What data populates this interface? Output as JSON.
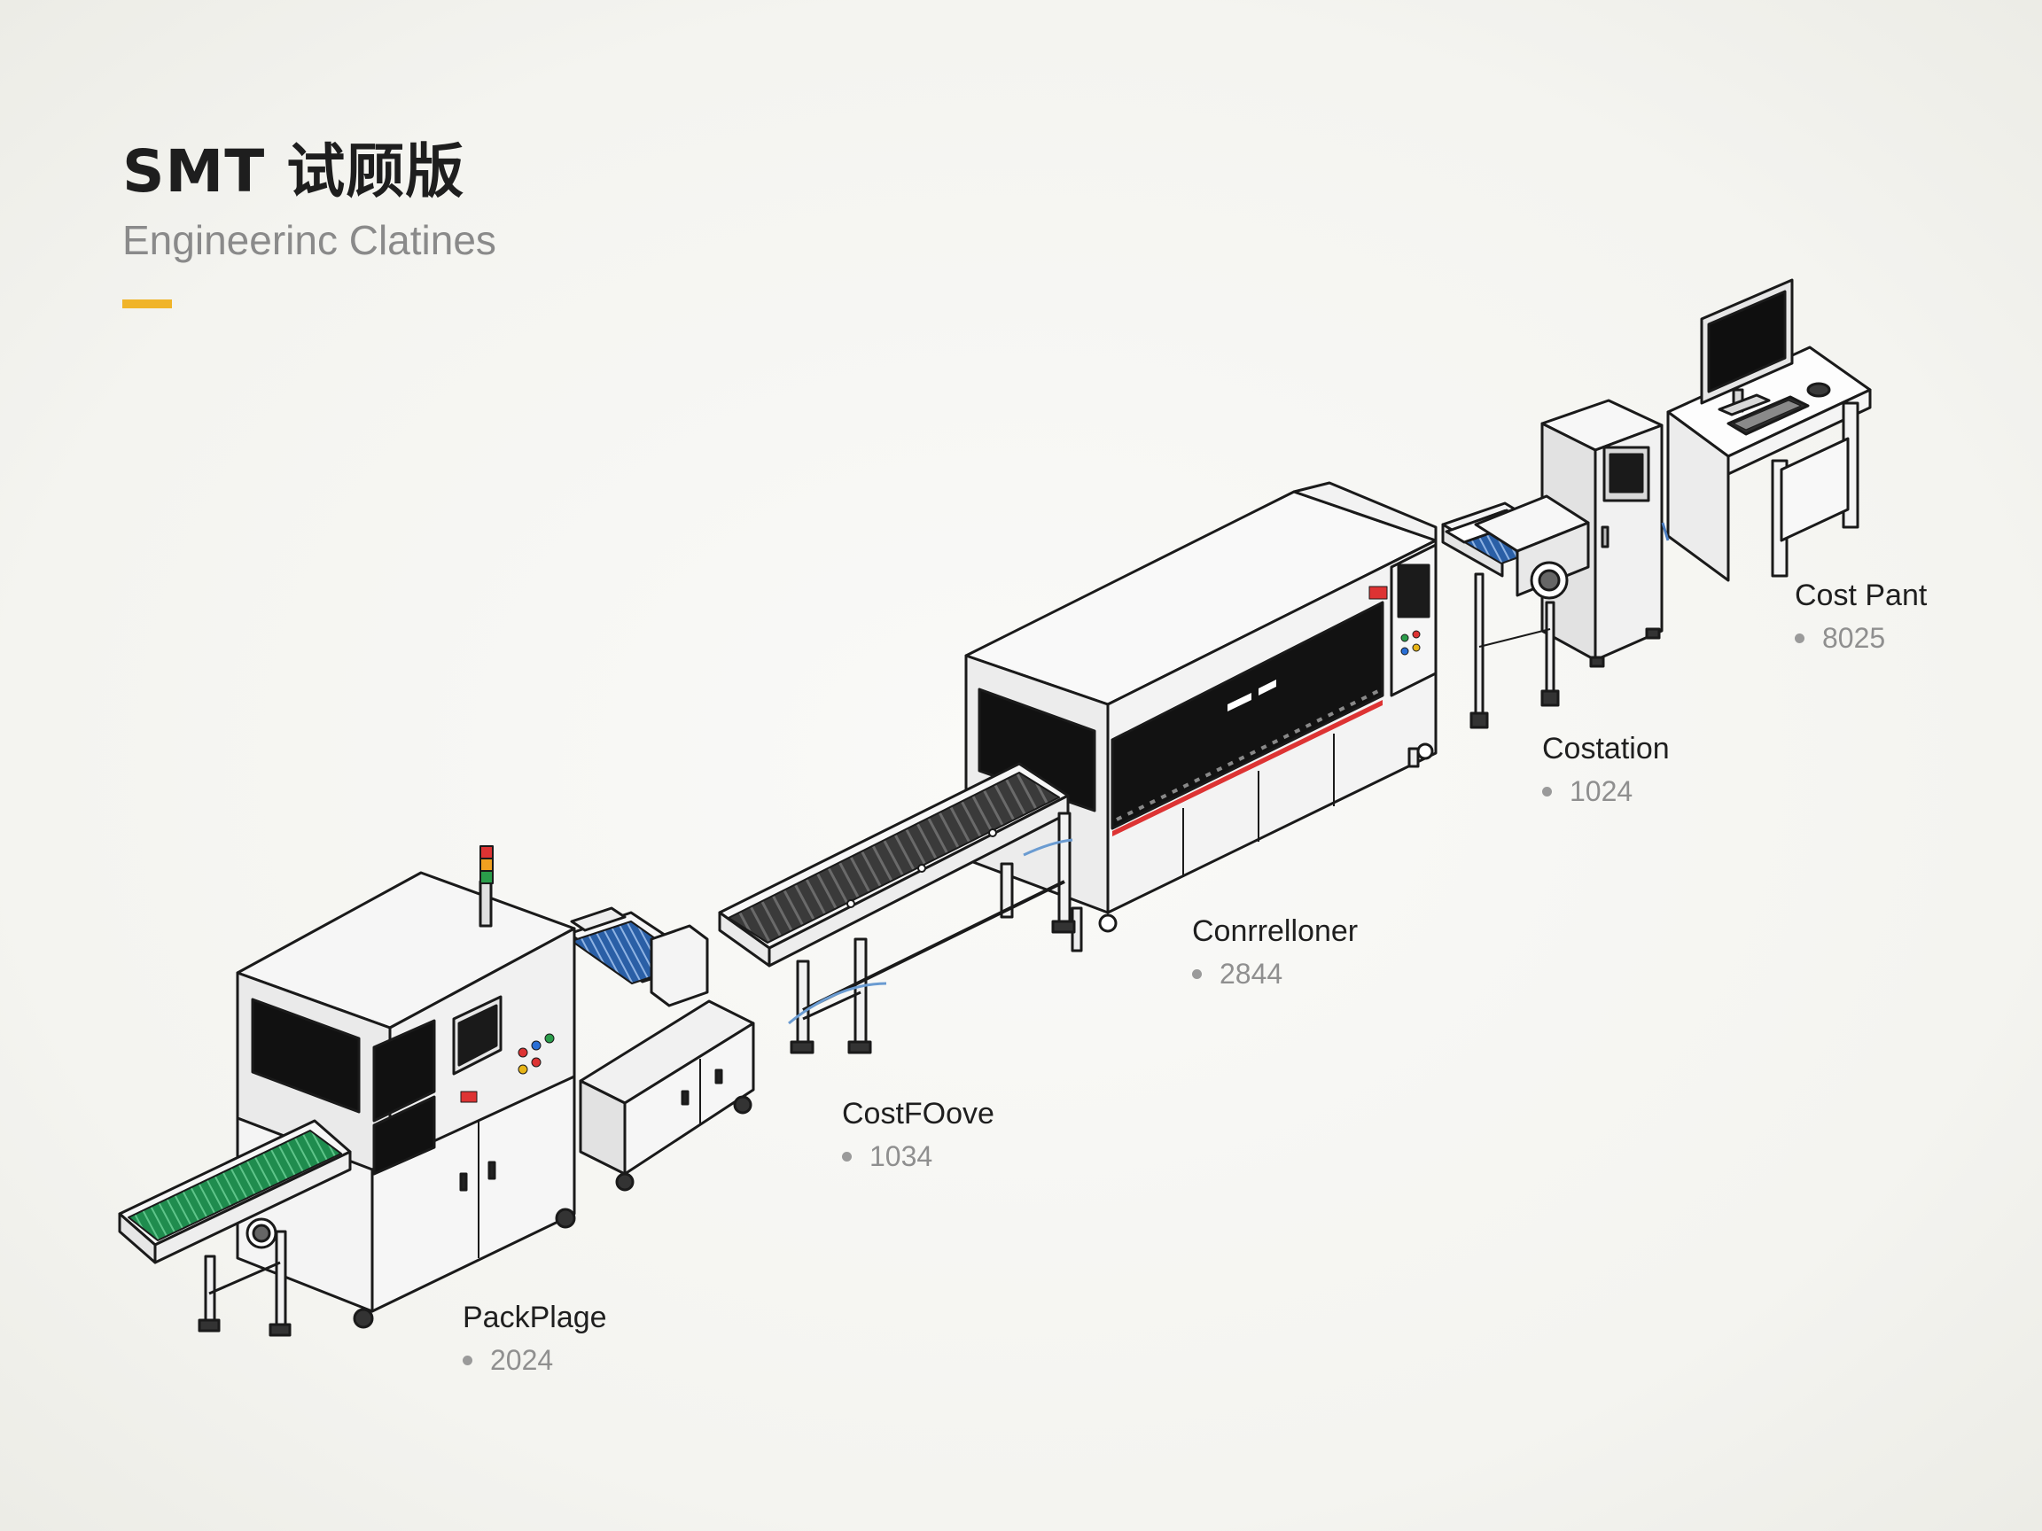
{
  "header": {
    "title": "SMT 试顾版",
    "subtitle": "Engineerinc Clatines"
  },
  "stations": [
    {
      "name": "PackPlage",
      "code": "2024"
    },
    {
      "name": "CostFOove",
      "code": "1034"
    },
    {
      "name": "Conrrelloner",
      "code": "2844"
    },
    {
      "name": "Costation",
      "code": "1024"
    },
    {
      "name": "Cost Pant",
      "code": "8025"
    }
  ],
  "colors": {
    "accent": "#f0b429",
    "belt_green": "#1f8c4e",
    "belt_blue": "#2a5fa6",
    "belt_dark": "#2e2e2e",
    "outline": "#1a1a1a"
  },
  "icons": [
    "signal-tower-icon",
    "monitor-icon",
    "keyboard-icon",
    "mouse-icon"
  ]
}
